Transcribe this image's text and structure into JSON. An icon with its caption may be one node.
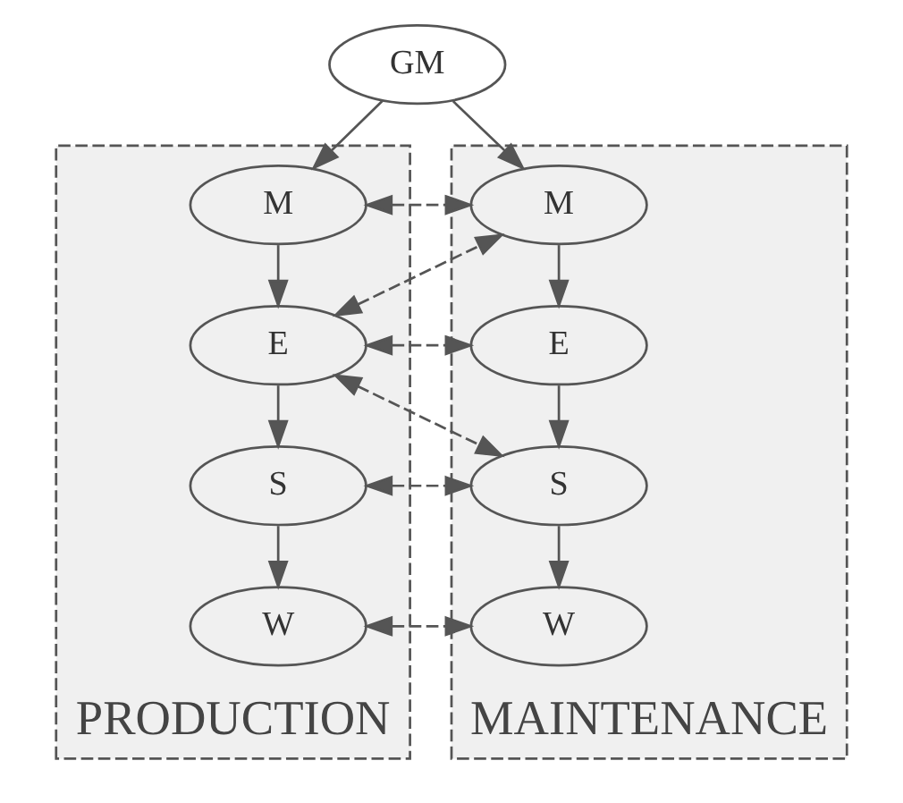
{
  "diagram": {
    "nodes": [
      {
        "text": [
          "GM"
        ]
      },
      {
        "text": [
          "PRODUCTION"
        ]
      },
      {
        "text": [
          "M"
        ],
        "in": 1
      },
      {
        "text": [
          "E"
        ],
        "in": 1
      },
      {
        "text": [
          "S"
        ],
        "in": 1
      },
      {
        "text": [
          "W"
        ],
        "in": 1
      },
      {
        "text": [
          "MAINTENANCE"
        ]
      },
      {
        "text": [
          "M"
        ],
        "in": 6
      },
      {
        "text": [
          "E"
        ],
        "in": 6
      },
      {
        "text": [
          "S"
        ],
        "in": 6
      },
      {
        "text": [
          "W"
        ],
        "in": 6
      }
    ],
    "edges": [
      {
        "from": 0,
        "to": 2,
        "arrow": "to"
      },
      {
        "from": 0,
        "to": 7,
        "arrow": "to"
      },
      {
        "from": 2,
        "to": 3,
        "arrow": "to"
      },
      {
        "from": 3,
        "to": 4,
        "arrow": "to"
      },
      {
        "from": 4,
        "to": 5,
        "arrow": "to"
      },
      {
        "from": 7,
        "to": 8,
        "arrow": "to"
      },
      {
        "from": 8,
        "to": 9,
        "arrow": "to"
      },
      {
        "from": 9,
        "to": 10,
        "arrow": "to"
      },
      {
        "from": 2,
        "to": 7,
        "arrow": "both",
        "style": "dashed"
      },
      {
        "from": 3,
        "to": 7,
        "arrow": "both",
        "style": "dashed"
      },
      {
        "from": 3,
        "to": 8,
        "arrow": "both",
        "style": "dashed"
      },
      {
        "from": 3,
        "to": 9,
        "arrow": "both",
        "style": "dashed"
      },
      {
        "from": 4,
        "to": 9,
        "arrow": "both",
        "style": "dashed"
      },
      {
        "from": 5,
        "to": 10,
        "arrow": "both",
        "style": "dashed"
      }
    ]
  }
}
